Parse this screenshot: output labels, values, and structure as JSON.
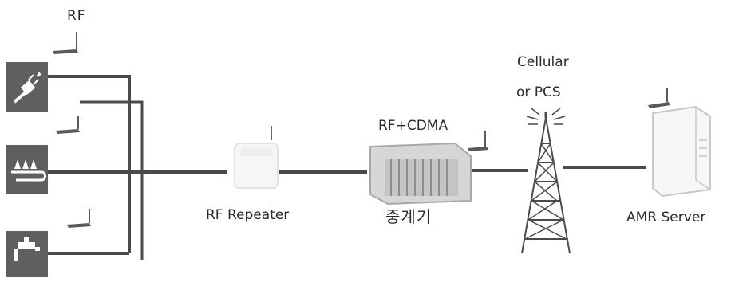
{
  "labels": {
    "rf": "RF",
    "rf_repeater": "RF Repeater",
    "rf_cdma": "RF+CDMA",
    "relay_korean": "중계기",
    "cellular_line1": "Cellular",
    "cellular_line2": "or PCS",
    "amr_server": "AMR Server"
  },
  "meters": [
    {
      "type": "electricity",
      "icon": "plug-icon"
    },
    {
      "type": "gas",
      "icon": "gas-flame-icon"
    },
    {
      "type": "water",
      "icon": "water-faucet-icon"
    }
  ],
  "colors": {
    "line": "#4a4a4a",
    "meter_box": "#5f5f5f",
    "equipment": "#d8d8d8"
  }
}
